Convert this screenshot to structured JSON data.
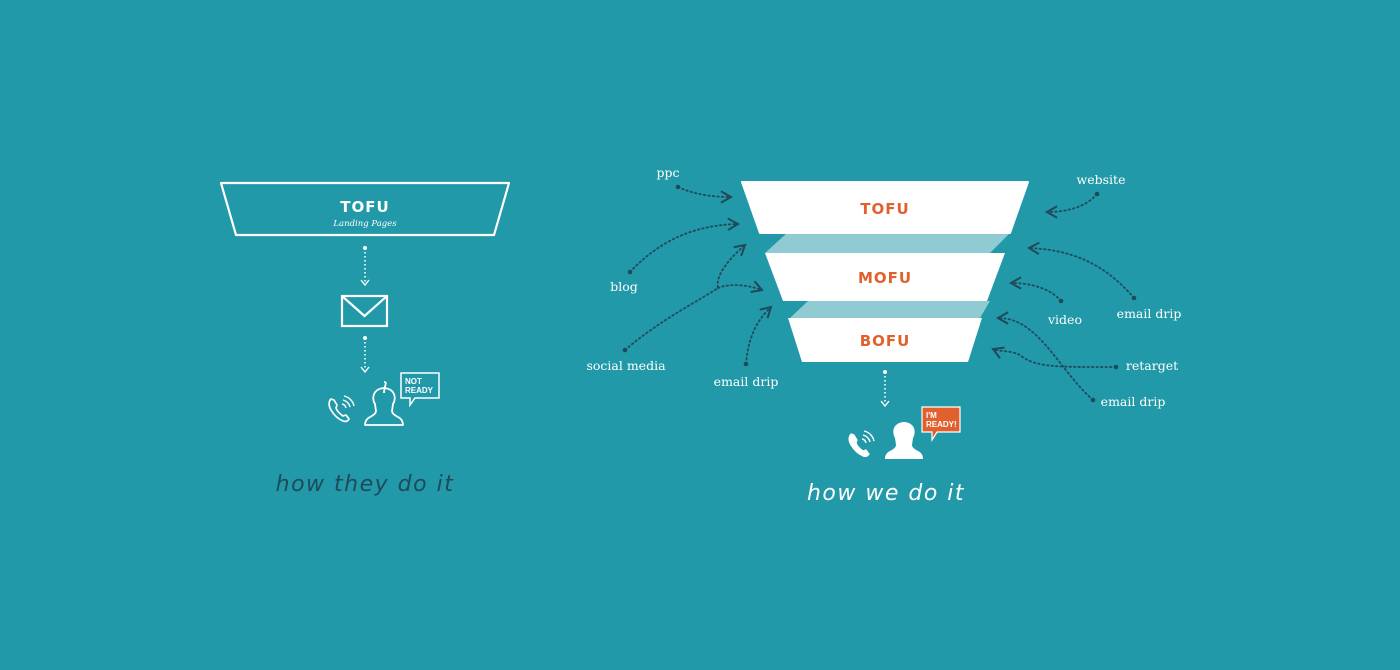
{
  "colors": {
    "background": "#2299a8",
    "funnel_fill": "#ffffff",
    "funnel_connector": "#90cbd4",
    "stage_text": "#e0612e",
    "arrow_dots": "#1f4a5a",
    "caption_left": "#1f4a5a",
    "caption_right": "#ffffff",
    "ready_bubble": "#e0612e"
  },
  "left_panel": {
    "stage_title": "TOFU",
    "stage_subtitle": "Landing Pages",
    "icons": [
      "envelope-icon",
      "phone-icon",
      "person-icon"
    ],
    "bubble_lines": [
      "NOT",
      "READY"
    ],
    "caption": "how they do it"
  },
  "right_panel": {
    "stages": [
      {
        "label": "TOFU"
      },
      {
        "label": "MOFU"
      },
      {
        "label": "BOFU"
      }
    ],
    "sources_left": [
      "ppc",
      "blog",
      "social media",
      "email drip"
    ],
    "sources_right": [
      "website",
      "email drip",
      "video",
      "retarget",
      "email drip"
    ],
    "icons": [
      "phone-icon",
      "person-icon"
    ],
    "bubble_lines": [
      "I'M",
      "READY!"
    ],
    "caption": "how we do it"
  }
}
